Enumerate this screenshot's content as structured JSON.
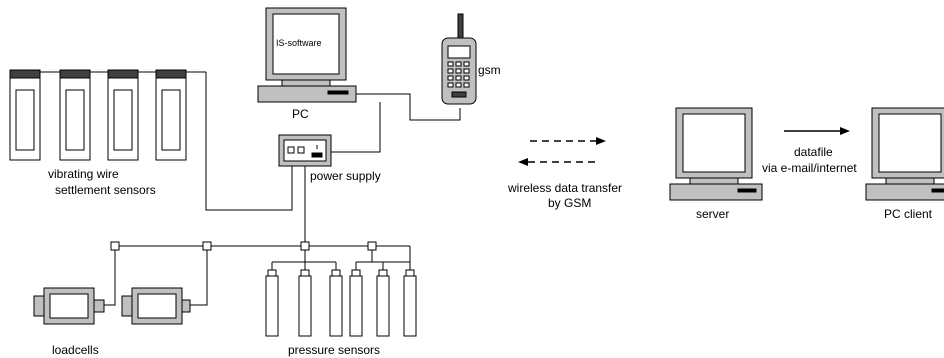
{
  "labels": {
    "is_software": "IS-software",
    "pc": "PC",
    "gsm": "gsm",
    "vibrating_wire_1": "vibrating wire",
    "vibrating_wire_2": "settlement sensors",
    "power_supply": "power supply",
    "wireless_1": "wireless data transfer",
    "wireless_2": "by GSM",
    "server": "server",
    "datafile_1": "datafile",
    "datafile_2": "via e-mail/internet",
    "pc_client": "PC client",
    "loadcells": "loadcells",
    "pressure_sensors": "pressure sensors"
  },
  "colors": {
    "line": "#000000",
    "device_gray": "#c0c0c0",
    "screen_gray": "#d8d8d8",
    "dark_band": "#404040",
    "background": "#ffffff"
  }
}
